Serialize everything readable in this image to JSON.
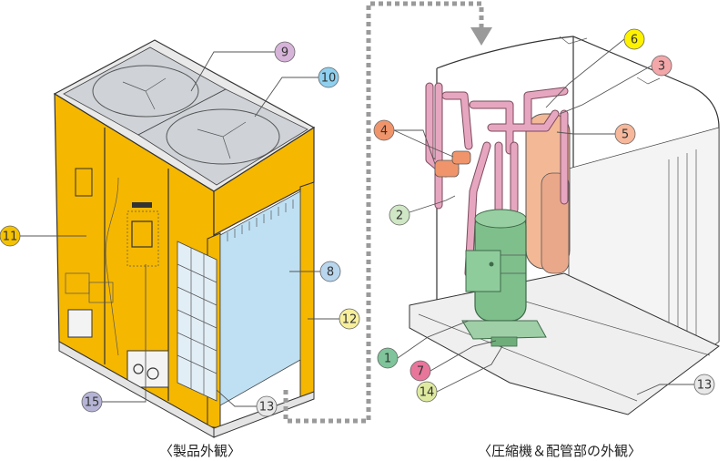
{
  "captions": {
    "product_exterior": "〈製品外観〉",
    "compressor_piping": "〈圧縮機＆配管部の外観〉"
  },
  "callouts": [
    {
      "number": "9",
      "color": "#d6b3d9"
    },
    {
      "number": "10",
      "color": "#8fd0ef"
    },
    {
      "number": "11",
      "color": "#f5c200"
    },
    {
      "number": "8",
      "color": "#b8d6ee"
    },
    {
      "number": "12",
      "color": "#f7ef9c"
    },
    {
      "number": "13",
      "color": "#e8e8e8"
    },
    {
      "number": "15",
      "color": "#b6b4d6"
    },
    {
      "number": "6",
      "color": "#fff200"
    },
    {
      "number": "3",
      "color": "#f4a7a9"
    },
    {
      "number": "4",
      "color": "#f0956b"
    },
    {
      "number": "5",
      "color": "#f6b79a"
    },
    {
      "number": "2",
      "color": "#cfe7c4"
    },
    {
      "number": "1",
      "color": "#7fc49a"
    },
    {
      "number": "7",
      "color": "#e8769b"
    },
    {
      "number": "14",
      "color": "#dfeaa0"
    },
    {
      "number": "13",
      "color": "#e8e8e8"
    }
  ],
  "colors": {
    "casing_yellow": "#f5b700",
    "coil_blue": "#bfe0f3",
    "compressor_green": "#7fbf8c",
    "pipe_pink": "#e7a6bf",
    "accumulator_salmon": "#f3b896",
    "flow_arrow_gray": "#9a9a9a"
  }
}
